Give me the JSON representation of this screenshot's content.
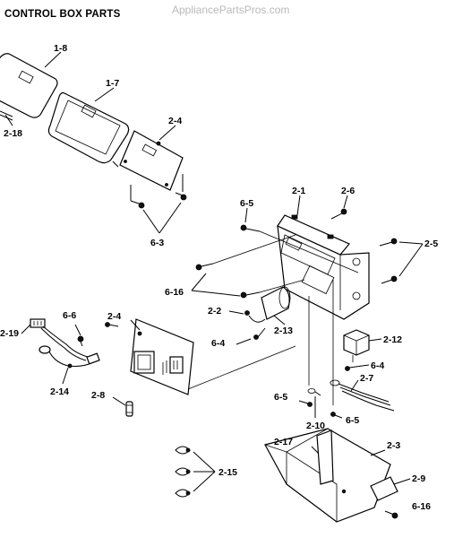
{
  "page_title": "CONTROL BOX PARTS",
  "watermark": "AppliancePartsPros.com",
  "callouts": {
    "c_1_8": "1-8",
    "c_1_7": "1-7",
    "c_2_4a": "2-4",
    "c_2_18": "2-18",
    "c_6_3": "6-3",
    "c_2_1": "2-1",
    "c_2_6": "2-6",
    "c_6_5a": "6-5",
    "c_2_5": "2-5",
    "c_6_16a": "6-16",
    "c_2_2": "2-2",
    "c_2_13": "2-13",
    "c_6_4a": "6-4",
    "c_2_12": "2-12",
    "c_6_4b": "6-4",
    "c_6_6": "6-6",
    "c_2_4b": "2-4",
    "c_2_19": "2-19",
    "c_2_14": "2-14",
    "c_2_8": "2-8",
    "c_2_7": "2-7",
    "c_6_5b": "6-5",
    "c_2_10": "2-10",
    "c_6_5c": "6-5",
    "c_2_17": "2-17",
    "c_2_3": "2-3",
    "c_2_9": "2-9",
    "c_2_15": "2-15",
    "c_6_16b": "6-16"
  }
}
